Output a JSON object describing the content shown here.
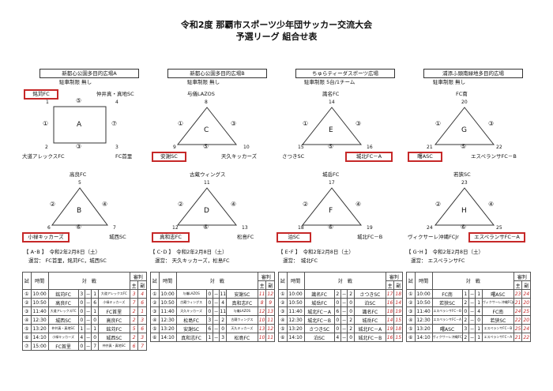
{
  "title": "令和2度 那覇市スポーツ少年団サッカー交流大会",
  "subtitle": "予選リーグ 組合せ表",
  "venues": [
    {
      "name": "新都心公園多目的広場A",
      "note": "駐車制限 無し"
    },
    {
      "name": "新都心公園多目的広場B",
      "note": "駐車制限 無し"
    },
    {
      "name": "ちゅらティーダスポーツ広場",
      "note": "駐車制限 5台/1チーム"
    },
    {
      "name": "浦添ふ頭南緑地多目的広場",
      "note": "駐車制限 無し"
    }
  ],
  "groups": [
    {
      "letter": "A",
      "top": "⑤",
      "left": "①",
      "right": "⑦",
      "bottom": "③",
      "teams": {
        "tl": "銘苅FC",
        "tl_num": "1",
        "tr": "仲井真・真地SC",
        "tr_num": "4",
        "bl": "大道アレックスFC",
        "bl_num": "2",
        "br": "FC首里",
        "br_num": "3"
      }
    },
    {
      "letter": "B",
      "top_num": "5",
      "top": "高良FC",
      "left": "②",
      "right": "④",
      "bottom": "⑥",
      "bl": "小禄キッカーズ",
      "bl_num": "6",
      "br": "城西SC",
      "br_num": "7"
    },
    {
      "letter": "C",
      "top_num": "8",
      "top": "与儀LAZOS",
      "left": "①",
      "right": "③",
      "bottom": "⑤",
      "bl": "安謝SC",
      "bl_num": "9",
      "br": "天久キッカーズ",
      "br_num": "10"
    },
    {
      "letter": "D",
      "top_num": "11",
      "top": "古蔵ウィングス",
      "left": "②",
      "right": "④",
      "bottom": "⑥",
      "bl": "真和志FC",
      "bl_num": "12",
      "br": "松島FC",
      "br_num": "13"
    },
    {
      "letter": "E",
      "top_num": "14",
      "top": "識名FC",
      "left": "①",
      "right": "③",
      "bottom": "⑤",
      "bl": "さつきSC",
      "bl_num": "15",
      "br": "城北FC－A",
      "br_num": "16"
    },
    {
      "letter": "F",
      "top_num": "17",
      "top": "城岳FC",
      "left": "②",
      "right": "④",
      "bottom": "⑥",
      "bl": "泊SC",
      "bl_num": "18",
      "br": "城北FC－B",
      "br_num": "19"
    },
    {
      "letter": "G",
      "top_num": "20",
      "top": "FC南",
      "left": "①",
      "right": "③",
      "bottom": "⑤",
      "bl": "曙ASC",
      "bl_num": "21",
      "br": "エスペランサFC－B",
      "br_num": "22"
    },
    {
      "letter": "H",
      "top_num": "23",
      "top": "若狭SC",
      "left": "②",
      "right": "④",
      "bottom": "⑥",
      "bl": "ヴィクサーレ沖縄FCJr",
      "bl_num": "24",
      "br": "エスペランサFC－A",
      "br_num": "25"
    }
  ],
  "info": [
    {
      "label": "【 A･B 】　令和2年2月8日（土）",
      "ops": "運営： FC首里，銘苅FC，城西SC"
    },
    {
      "label": "【 C･D 】　令和2年2月8日（土）",
      "ops": "運営： 天久キッカーズ，松島FC"
    },
    {
      "label": "【 E･F 】　令和2年2月8日（土）",
      "ops": "運営：　城北FC"
    },
    {
      "label": "【 G･H 】　令和2年2月8日（土）",
      "ops": "運営： エスペランサFC"
    }
  ],
  "headers": {
    "no": "試",
    "time": "時間",
    "match": "対　戦",
    "ref": "審判",
    "main": "主",
    "sub": "副"
  },
  "schedules": [
    [
      [
        "①",
        "10:00",
        "銘苅FC",
        "3",
        "－",
        "1",
        "大道アレックスFC",
        "3",
        "4"
      ],
      [
        "②",
        "10:50",
        "高良FC",
        "0",
        "－",
        "6",
        "小禄キッカーズ",
        "7",
        "6"
      ],
      [
        "③",
        "11:40",
        "大道アレックスFC",
        "0",
        "－",
        "1",
        "FC首里",
        "2",
        "1"
      ],
      [
        "④",
        "12:30",
        "城西SC",
        "0",
        "－",
        "0",
        "高良FC",
        "2",
        "3"
      ],
      [
        "⑤",
        "13:20",
        "仲井真・真地SC",
        "1",
        "－",
        "1",
        "銘苅FC",
        "5",
        "6"
      ],
      [
        "⑥",
        "14:10",
        "小禄キッカーズ",
        "4",
        "－",
        "0",
        "城西SC",
        "2",
        "3"
      ],
      [
        "⑦",
        "15:00",
        "FC首里",
        "0",
        "－",
        "7",
        "仲井真・真地SC",
        "6",
        "7"
      ]
    ],
    [
      [
        "①",
        "10:00",
        "与儀LAZOS",
        "0",
        "－",
        "11",
        "安謝SC",
        "11",
        "12"
      ],
      [
        "②",
        "10:50",
        "古蔵ウィングス",
        "0",
        "－",
        "4",
        "真和志FC",
        "8",
        "9"
      ],
      [
        "③",
        "11:40",
        "天久キッカーズ",
        "0",
        "－",
        "11",
        "与儀LAZOS",
        "12",
        "13"
      ],
      [
        "④",
        "12:30",
        "松島FC",
        "3",
        "－",
        "2",
        "古蔵ウィングス",
        "10",
        "11"
      ],
      [
        "⑤",
        "13:20",
        "安謝SC",
        "6",
        "－",
        "0",
        "天久キッカーズ",
        "13",
        "12"
      ],
      [
        "⑥",
        "14:10",
        "真和志FC",
        "1",
        "－",
        "3",
        "松島FC",
        "10",
        "11"
      ]
    ],
    [
      [
        "①",
        "10:00",
        "識名FC",
        "2",
        "－",
        "2",
        "さつきSC",
        "17",
        "18"
      ],
      [
        "②",
        "10:50",
        "城岳FC",
        "0",
        "－",
        "0",
        "泊SC",
        "16",
        "14"
      ],
      [
        "③",
        "11:40",
        "城北FC－A",
        "6",
        "－",
        "0",
        "識名FC",
        "18",
        "19"
      ],
      [
        "④",
        "12:30",
        "城北FC－B",
        "0",
        "－",
        "2",
        "城岳FC",
        "14",
        "15"
      ],
      [
        "⑤",
        "13:20",
        "さつきSC",
        "0",
        "－",
        "2",
        "城北FC－A",
        "19",
        "18"
      ],
      [
        "⑥",
        "14:10",
        "泊SC",
        "4",
        "－",
        "0",
        "城北FC－B",
        "16",
        "15"
      ]
    ],
    [
      [
        "①",
        "10:00",
        "FC南",
        "1",
        "－",
        "1",
        "曙ASC",
        "23",
        "24"
      ],
      [
        "②",
        "10:50",
        "若狭SC",
        "2",
        "－",
        "1",
        "ヴィクサーレ沖縄FCJr",
        "21",
        "20"
      ],
      [
        "③",
        "11:40",
        "エスペランサFC－B",
        "0",
        "－",
        "4",
        "FC南",
        "24",
        "25"
      ],
      [
        "④",
        "12:30",
        "エスペランサFC－A",
        "2",
        "－",
        "0",
        "若狭SC",
        "22",
        "20"
      ],
      [
        "⑤",
        "13:20",
        "曙ASC",
        "3",
        "－",
        "1",
        "エスペランサFC－B",
        "25",
        "24"
      ],
      [
        "⑥",
        "14:10",
        "ヴィクサーレ沖縄FCJr",
        "2",
        "－",
        "1",
        "エスペランサFC－A",
        "21",
        "22"
      ]
    ]
  ],
  "highlight_color": "#c62828"
}
